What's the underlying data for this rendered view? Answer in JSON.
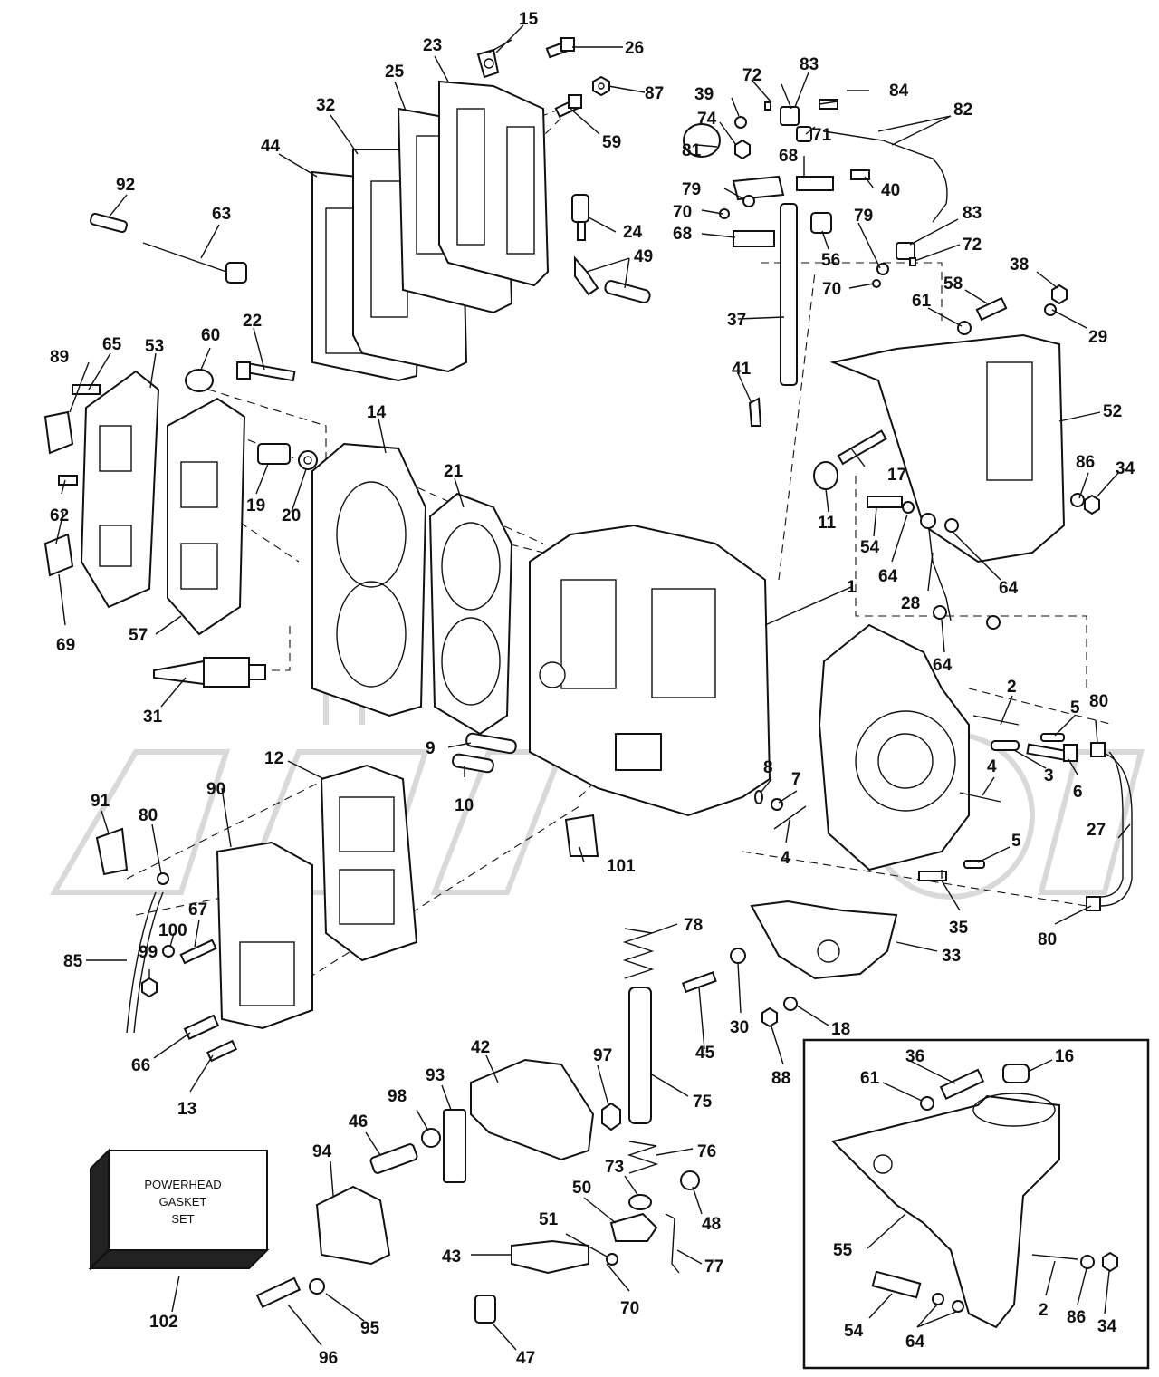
{
  "gasket_set": {
    "lines": [
      "POWERHEAD",
      "GASKET",
      "SET"
    ]
  },
  "callouts": {
    "c1": "1",
    "c2a": "2",
    "c2b": "2",
    "c3": "3",
    "c4a": "4",
    "c4b": "4",
    "c5a": "5",
    "c5b": "5",
    "c6": "6",
    "c7": "7",
    "c8": "8",
    "c9": "9",
    "c10": "10",
    "c11": "11",
    "c12": "12",
    "c13": "13",
    "c14": "14",
    "c15": "15",
    "c16": "16",
    "c17": "17",
    "c18": "18",
    "c19": "19",
    "c20": "20",
    "c21": "21",
    "c22": "22",
    "c23": "23",
    "c24": "24",
    "c25": "25",
    "c26": "26",
    "c27": "27",
    "c28": "28",
    "c29": "29",
    "c30": "30",
    "c31": "31",
    "c32": "32",
    "c33": "33",
    "c34a": "34",
    "c34b": "34",
    "c35": "35",
    "c36": "36",
    "c37": "37",
    "c38": "38",
    "c39": "39",
    "c40": "40",
    "c41": "41",
    "c42": "42",
    "c43": "43",
    "c44": "44",
    "c45": "45",
    "c46": "46",
    "c47": "47",
    "c48": "48",
    "c49": "49",
    "c50": "50",
    "c51": "51",
    "c52": "52",
    "c53": "53",
    "c54a": "54",
    "c54b": "54",
    "c55": "55",
    "c56": "56",
    "c57": "57",
    "c58": "58",
    "c59": "59",
    "c60": "60",
    "c61a": "61",
    "c61b": "61",
    "c62": "62",
    "c63": "63",
    "c64a": "64",
    "c64b": "64",
    "c64c": "64",
    "c64d": "64",
    "c65": "65",
    "c66": "66",
    "c67": "67",
    "c68a": "68",
    "c68b": "68",
    "c69": "69",
    "c70a": "70",
    "c70b": "70",
    "c70c": "70",
    "c71": "71",
    "c72a": "72",
    "c72b": "72",
    "c73": "73",
    "c74": "74",
    "c75": "75",
    "c76": "76",
    "c77": "77",
    "c78": "78",
    "c79a": "79",
    "c79b": "79",
    "c80a": "80",
    "c80b": "80",
    "c80c": "80",
    "c81": "81",
    "c82": "82",
    "c83a": "83",
    "c83b": "83",
    "c84": "84",
    "c85": "85",
    "c86a": "86",
    "c86b": "86",
    "c87": "87",
    "c88": "88",
    "c89": "89",
    "c90": "90",
    "c91": "91",
    "c92": "92",
    "c93": "93",
    "c94": "94",
    "c95": "95",
    "c96": "96",
    "c97": "97",
    "c98": "98",
    "c99": "99",
    "c100": "100",
    "c101": "101",
    "c102": "102"
  }
}
